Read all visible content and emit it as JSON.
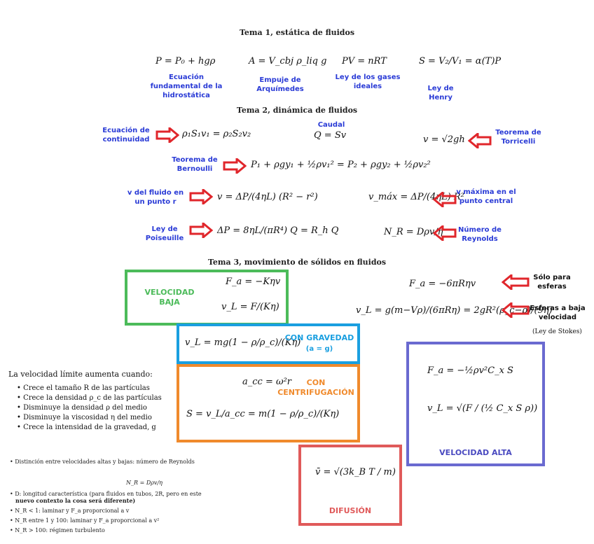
{
  "colors": {
    "label_blue": "#2a3bd6",
    "arrow_red": "#e0262b",
    "green": "#4cbb5a",
    "cyan": "#1a9fe0",
    "orange": "#f08a2c",
    "purple": "#6a6ad0",
    "pink_red": "#e05a5a"
  },
  "tema1": {
    "heading": "Tema 1, estática de fluidos",
    "eq_hidro": "P = P₀ + hgρ",
    "lbl_hidro": "Ecuación fundamental de la hidrostática",
    "eq_arq": "A = V_cbj ρ_liq g",
    "lbl_arq": "Empuje de Arquímedes",
    "eq_gases": "PV = nRT",
    "lbl_gases": "Ley de los gases ideales",
    "eq_henry": "S = V₂/V₁ = α(T)P",
    "lbl_henry": "Ley de Henry"
  },
  "tema2": {
    "heading": "Tema 2, dinámica de fluidos",
    "lbl_cont": "Ecuación de continuidad",
    "eq_cont": "ρ₁S₁v₁ = ρ₂S₂v₂",
    "lbl_caudal": "Caudal",
    "eq_caudal": "Q = Sv",
    "eq_torr": "v = √2gh",
    "lbl_torr": "Teorema de Torricelli",
    "lbl_bern": "Teorema de Bernoulli",
    "eq_bern": "P₁ + ρgy₁ + ½ρv₁² = P₂ + ρgy₂ + ½ρv₂²",
    "lbl_vpunto": "v del fluido en un punto r",
    "eq_vpunto": "v = ΔP/(4ηL) (R² − r²)",
    "eq_vmax": "v_máx = ΔP/(4ηL) R²",
    "lbl_vmax": "v máxima en el punto central",
    "lbl_pois": "Ley de Poiseuille",
    "eq_pois": "ΔP = 8ηL/(πR⁴) Q = R_h Q",
    "eq_rey": "N_R = Dρv/η",
    "lbl_rey": "Número de Reynolds"
  },
  "tema3": {
    "heading": "Tema 3, movimiento de sólidos en fluidos",
    "box_baja": "VELOCIDAD BAJA",
    "eq_fa_baja": "F_a = −Kηv",
    "eq_vl_baja": "v_L = F/(Kη)",
    "eq_stokes_f": "F_a = −6πRηv",
    "lbl_esferas": "Sólo para esferas",
    "eq_stokes_v": "v_L = g(m−Vρ)/(6πRη) = 2gR²(ρ_c−ρ)/(9η)",
    "lbl_stokes": "Esferas a baja velocidad",
    "lbl_stokes2": "(Ley de Stokes)",
    "box_grav": "CON GRAVEDAD",
    "box_grav_sub": "(a = g)",
    "eq_grav": "v_L = mg(1 − ρ/ρ_c)/(Kη)",
    "box_centr": "CON CENTRIFUGACIÓN",
    "eq_acentr": "a_cc = ω²r",
    "eq_centr": "S = v_L/a_cc = m(1 − ρ/ρ_c)/(Kη)",
    "box_alta": "VELOCIDAD ALTA",
    "eq_fa_alta": "F_a = −½ρv²C_x S",
    "eq_vl_alta": "v_L = √(F / (½ C_x S ρ))",
    "box_dif": "DIFUSIÓN",
    "eq_dif": "v̄ = √(3k_B T / m)"
  },
  "limite": {
    "title": "La velocidad límite aumenta cuando:",
    "items": [
      "Crece el tamaño R de las partículas",
      "Crece la densidad ρ_c de las partículas",
      "Disminuye la densidad ρ del medio",
      "Disminuye la viscosidad η del medio",
      "Crece la intensidad de la gravedad, g"
    ]
  },
  "notas": {
    "n1": "Distinción entre velocidades altas y bajas: número de Reynolds",
    "eq_nr": "N_R = Dρv/η",
    "n2": "D: longitud característica (para fluidos en tubos, 2R, pero en este",
    "n2b": "nuevo contexto la cosa será diferente)",
    "n3": "N_R < 1: laminar y F_a proporcional a v",
    "n4": "N_R entre 1 y 100: laminar y F_a proporcional a v²",
    "n5": "N_R > 100: régimen turbulento"
  }
}
